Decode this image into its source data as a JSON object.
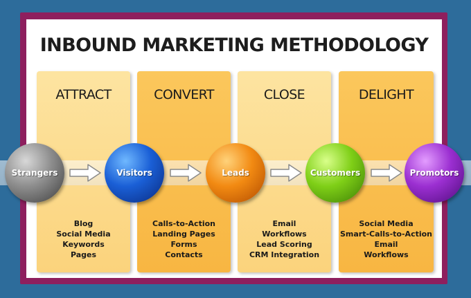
{
  "title": "INBOUND MARKETING METHODOLOGY",
  "stages": [
    {
      "title": "ATTRACT",
      "items": [
        "Blog",
        "Social Media",
        "Keywords",
        "Pages"
      ]
    },
    {
      "title": "CONVERT",
      "items": [
        "Calls-to-Action",
        "Landing Pages",
        "Forms",
        "Contacts"
      ]
    },
    {
      "title": "CLOSE",
      "items": [
        "Email",
        "Workflows",
        "Lead Scoring",
        "CRM Integration"
      ]
    },
    {
      "title": "DELIGHT",
      "items": [
        "Social Media",
        "Smart-Calls-to-Action",
        "Email",
        "Workflows"
      ]
    }
  ],
  "nodes": [
    {
      "label": "Strangers",
      "color": "#8e8e8e"
    },
    {
      "label": "Visitors",
      "color": "#1a5fd6"
    },
    {
      "label": "Leads",
      "color": "#f28a12"
    },
    {
      "label": "Customers",
      "color": "#7fcf17"
    },
    {
      "label": "Promotors",
      "color": "#9b2fd1"
    }
  ],
  "colors": {
    "background": "#2d6c9b",
    "frame": "#8e1f5e",
    "column_light": "#fbd37c",
    "column_dark": "#f8b642"
  }
}
